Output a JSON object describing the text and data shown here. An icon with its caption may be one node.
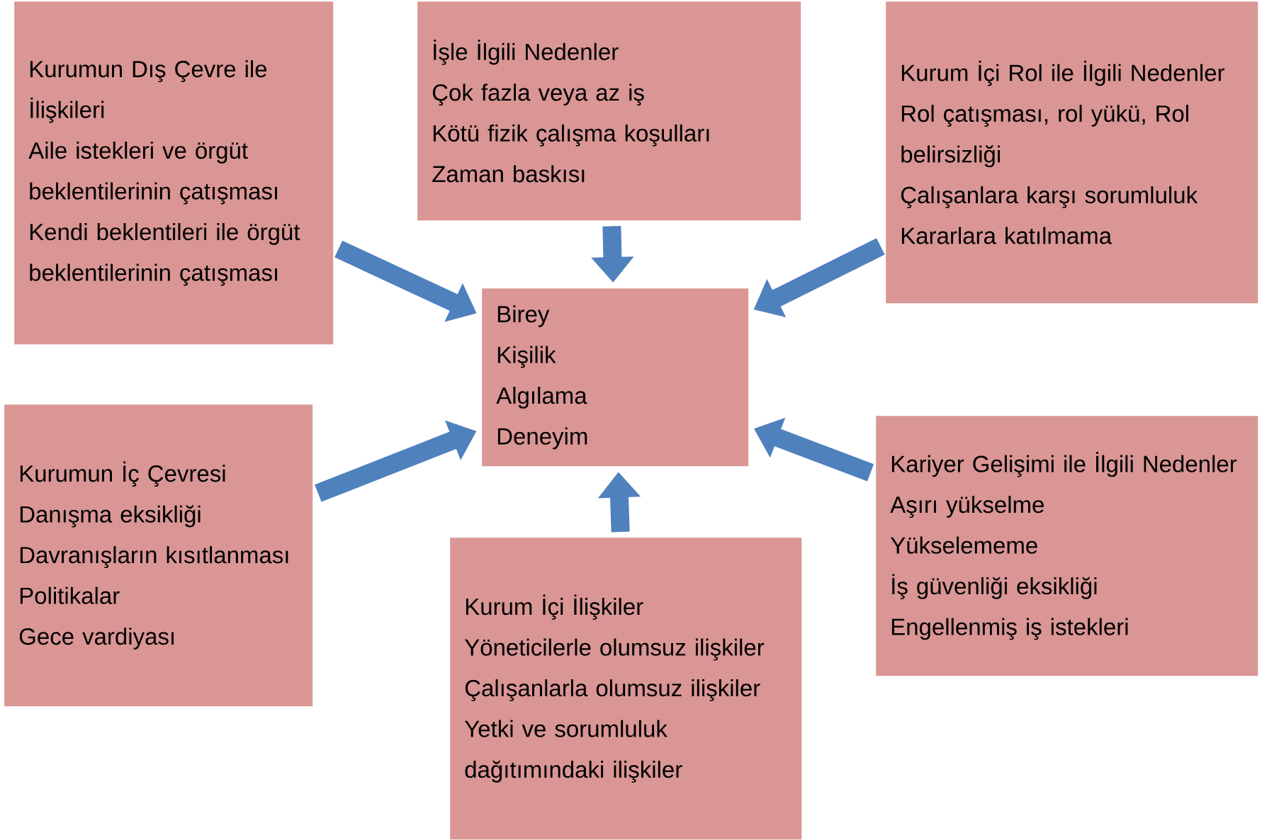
{
  "diagram": {
    "nodes": [
      {
        "text": [
          "Kurumun Dış Çevre ile İlişkileri",
          "Aile istekleri ve örgüt beklentilerinin çatışması",
          "Kendi beklentileri ile örgüt beklentilerinin çatışması"
        ]
      },
      {
        "text": [
          "İşle İlgili Nedenler",
          "Çok fazla veya az iş",
          "Kötü fizik çalışma koşulları",
          "Zaman baskısı"
        ]
      },
      {
        "text": [
          "Kurum İçi Rol ile İlgili Nedenler",
          "Rol çatışması, rol yükü, Rol belirsizliği",
          "Çalışanlara karşı sorumluluk",
          "Kararlara katılmama"
        ]
      },
      {
        "text": [
          "Birey",
          "Kişilik",
          "Algılama",
          "Deneyim"
        ]
      },
      {
        "text": [
          "Kurumun İç Çevresi",
          "Danışma eksikliği",
          "Davranışların kısıtlanması",
          "Politikalar",
          "Gece vardiyası"
        ]
      },
      {
        "text": [
          "Kurum İçi İlişkiler",
          "Yöneticilerle olumsuz ilişkiler",
          "Çalışanlarla olumsuz ilişkiler",
          "Yetki ve sorumluluk dağıtımındaki ilişkiler"
        ]
      },
      {
        "text": [
          "Kariyer Gelişimi ile İlgili Nedenler",
          "Aşırı yükselme",
          "Yükselememe",
          "İş güvenliği eksikliği",
          "Engellenmiş iş istekleri"
        ]
      }
    ],
    "edges": [
      {
        "from": 0,
        "to": 3,
        "arrow": "to"
      },
      {
        "from": 1,
        "to": 3,
        "arrow": "to"
      },
      {
        "from": 2,
        "to": 3,
        "arrow": "to"
      },
      {
        "from": 4,
        "to": 3,
        "arrow": "to"
      },
      {
        "from": 5,
        "to": 3,
        "arrow": "to"
      },
      {
        "from": 6,
        "to": 3,
        "arrow": "to"
      }
    ]
  }
}
